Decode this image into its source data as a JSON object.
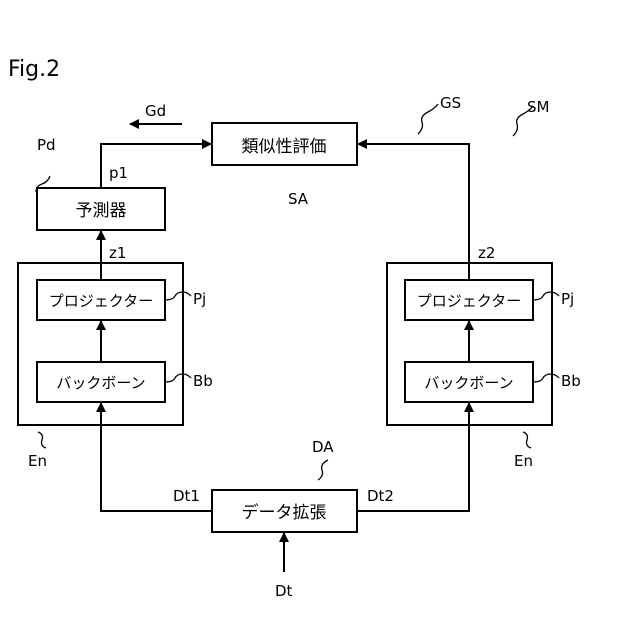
{
  "figure_label": "Fig.2",
  "labels": {
    "gd": "Gd",
    "gs": "GS",
    "sm": "SM",
    "pd": "Pd",
    "p1": "p1",
    "sa": "SA",
    "z1": "z1",
    "z2": "z2",
    "pj_left": "Pj",
    "pj_right": "Pj",
    "bb_left": "Bb",
    "bb_right": "Bb",
    "en_left": "En",
    "en_right": "En",
    "da": "DA",
    "dt1": "Dt1",
    "dt2": "Dt2",
    "dt": "Dt"
  },
  "blocks": {
    "similarity": "類似性評価",
    "predictor": "予測器",
    "projector_left": "プロジェクター",
    "projector_right": "プロジェクター",
    "backbone_left": "バックボーン",
    "backbone_right": "バックボーン",
    "augmentation": "データ拡張"
  }
}
